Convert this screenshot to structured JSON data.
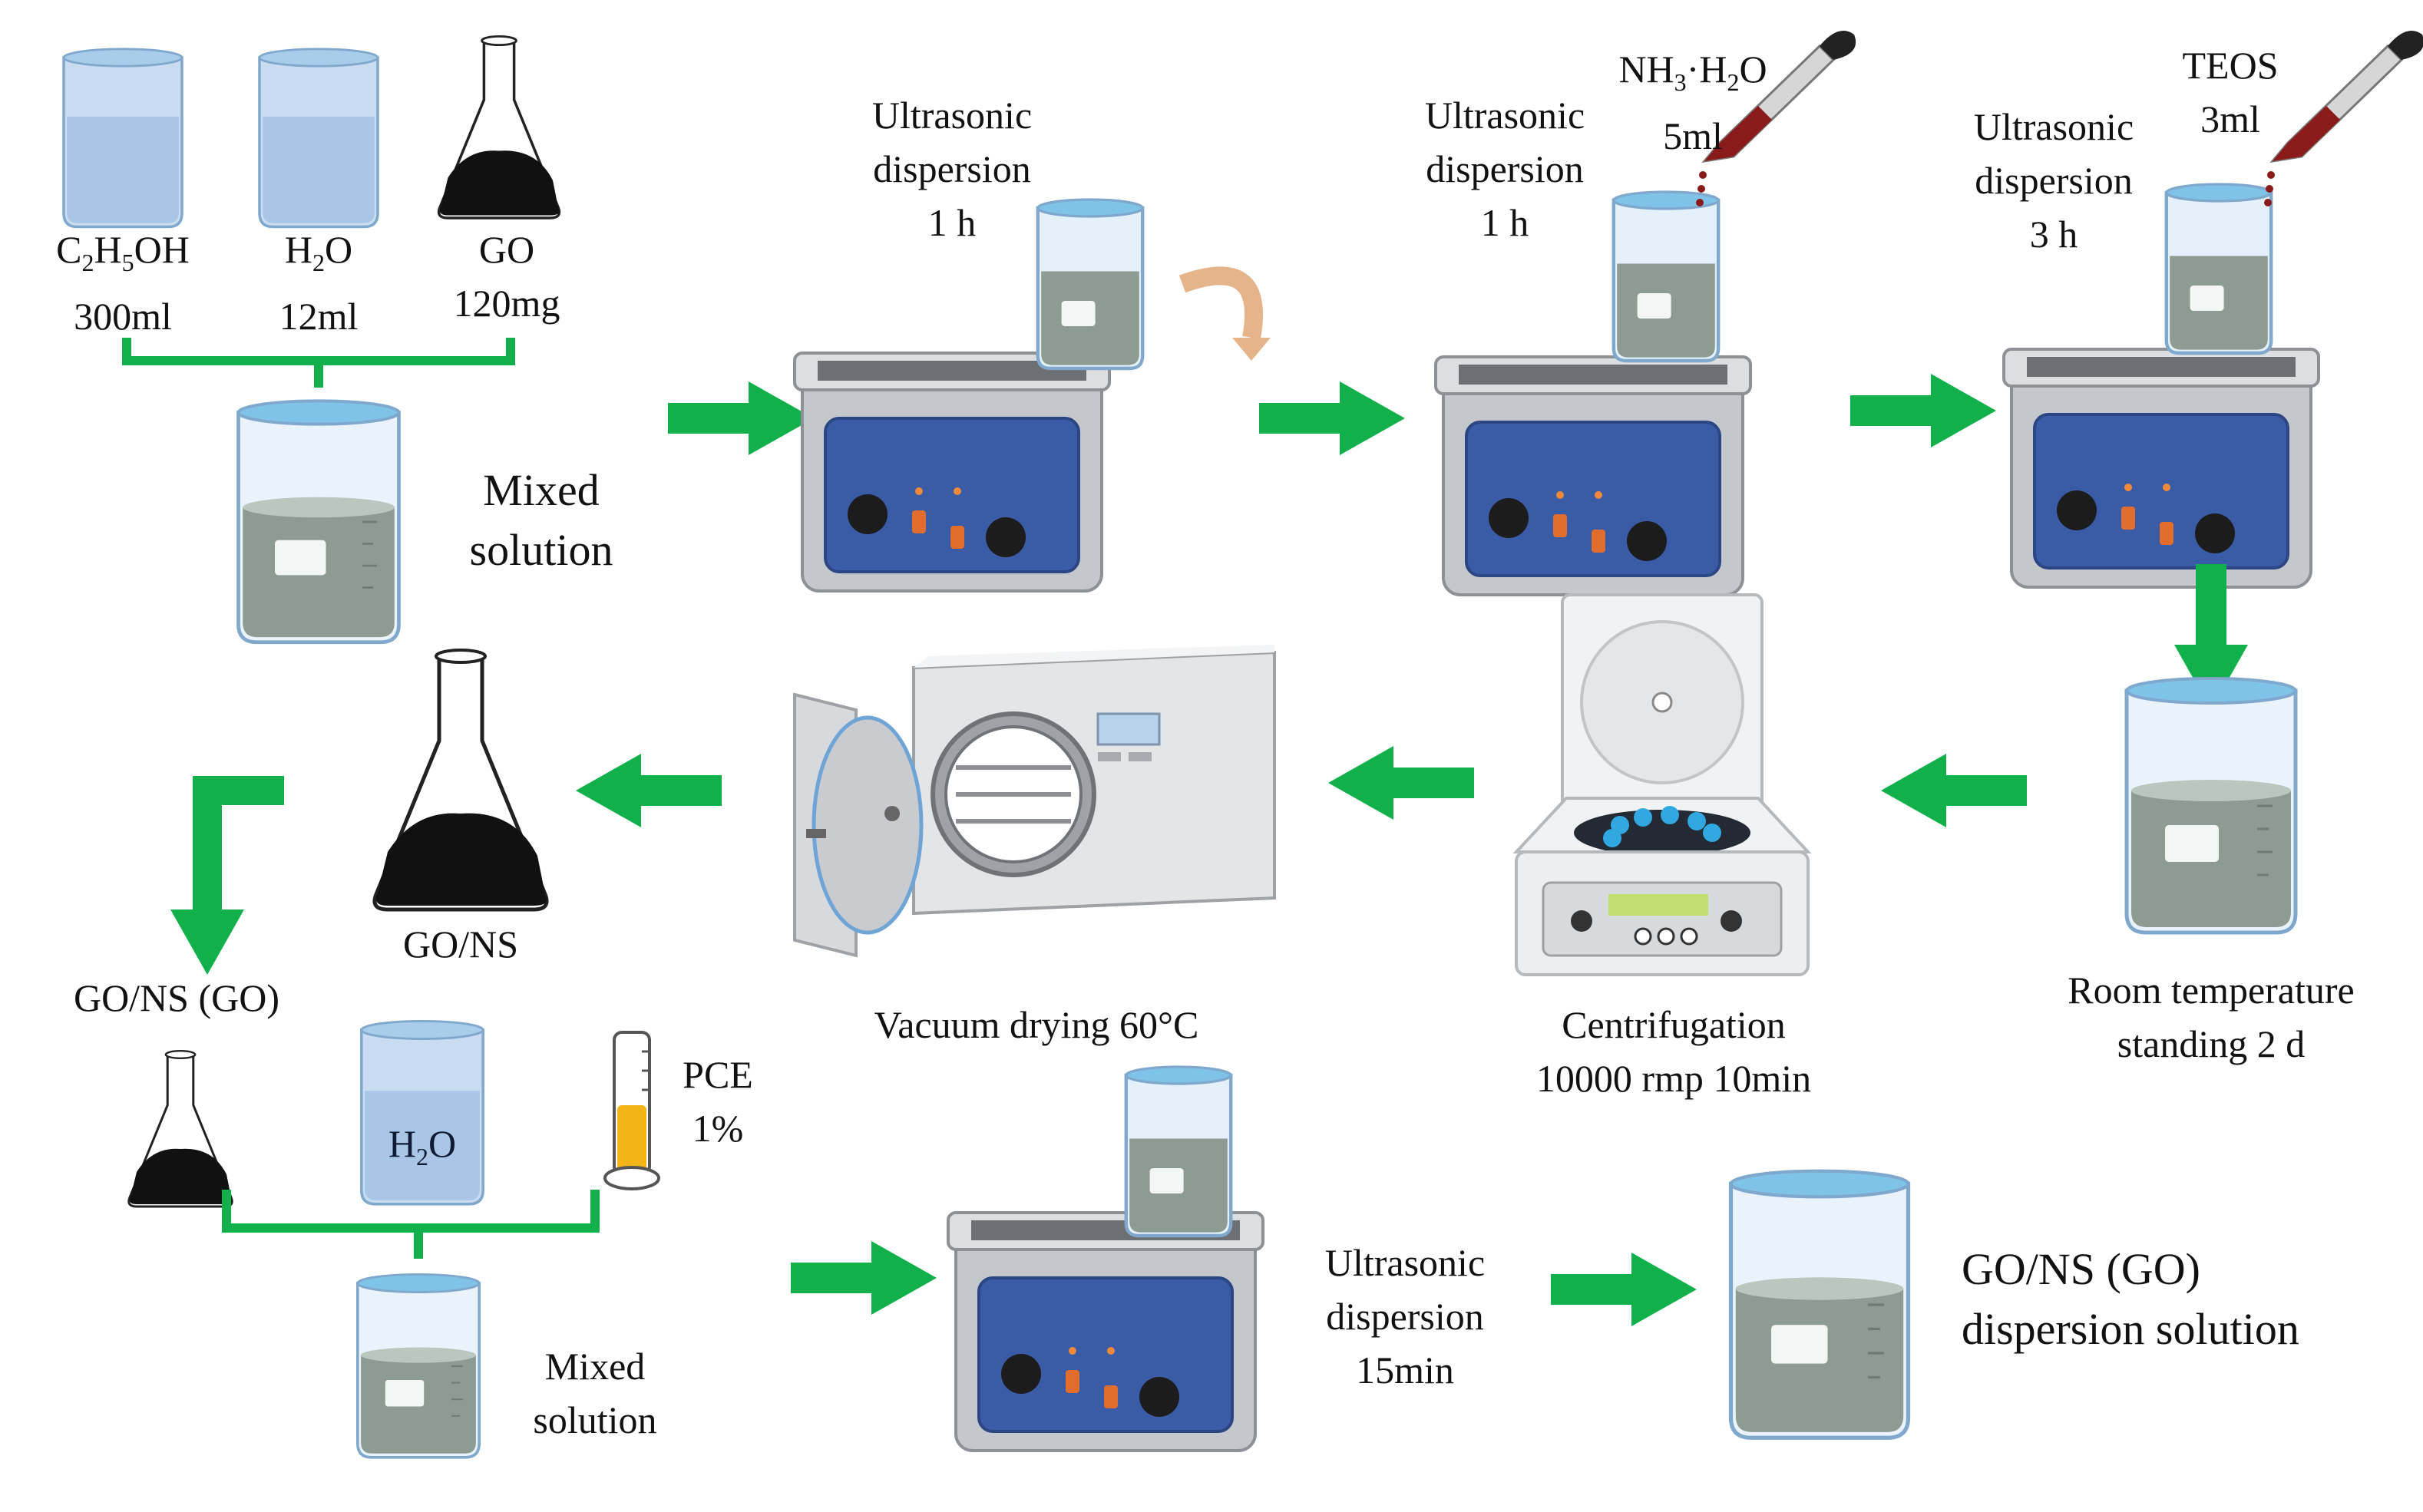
{
  "colors": {
    "arrow": "#12b04a",
    "bath_body": "#b9bcc0",
    "bath_panel": "#3a5ba6",
    "liquid_gray": "#8d9c93",
    "liquid_blue": "#a9c6e6",
    "flask_fill": "#111111",
    "pce_fill": "#f2b416",
    "drop": "#8b1a1a"
  },
  "icons": [
    "beaker-icon",
    "flask-icon",
    "ultrasonic-bath-icon",
    "dropper-icon",
    "centrifuge-icon",
    "vacuum-oven-icon",
    "graduated-cylinder-icon",
    "arrow-icon"
  ],
  "reagents": [
    {
      "formula": "C2H5OH",
      "amount": "300ml"
    },
    {
      "formula": "H2O",
      "amount": "12ml"
    },
    {
      "formula": "GO",
      "amount": "120mg"
    }
  ],
  "steps": {
    "mixed_1": [
      "Mixed",
      "solution"
    ],
    "ultra_1": [
      "Ultrasonic",
      "dispersion",
      "1 h"
    ],
    "ultra_2": [
      "Ultrasonic",
      "dispersion",
      "1 h"
    ],
    "nh3_amount": "5ml",
    "ultra_3": [
      "Ultrasonic",
      "dispersion",
      "3 h"
    ],
    "teos": [
      "TEOS",
      "3ml"
    ],
    "standing": [
      "Room temperature",
      "standing   2 d"
    ],
    "centrifuge": [
      "Centrifugation",
      "10000 rmp   10min"
    ],
    "drying": "Vacuum drying 60°C",
    "gons": "GO/NS",
    "gons_go": "GO/NS (GO)",
    "water": "H2O",
    "pce": [
      "PCE",
      "1%"
    ],
    "mixed_2": [
      "Mixed",
      "solution"
    ],
    "ultra_4": [
      "Ultrasonic",
      "dispersion",
      "15min"
    ],
    "final": [
      "GO/NS (GO)",
      "dispersion solution"
    ]
  }
}
